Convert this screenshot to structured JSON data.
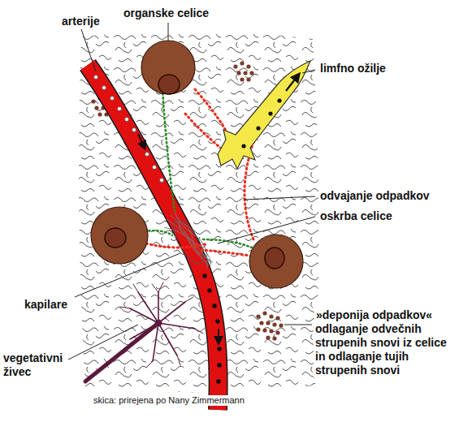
{
  "diagram": {
    "labels": [
      "arterije",
      "organske celice",
      "limfno ožilje",
      "odvajanje odpadkov",
      "oskrba celice",
      "kapilare",
      "vegetativni živec",
      "»deponija odpadkov«",
      "odlaganje odvečnih strupenih snovi iz celice in odlaganje tujih strupenih snovi",
      "skica: prirejena po Nany Zimmermann"
    ]
  }
}
